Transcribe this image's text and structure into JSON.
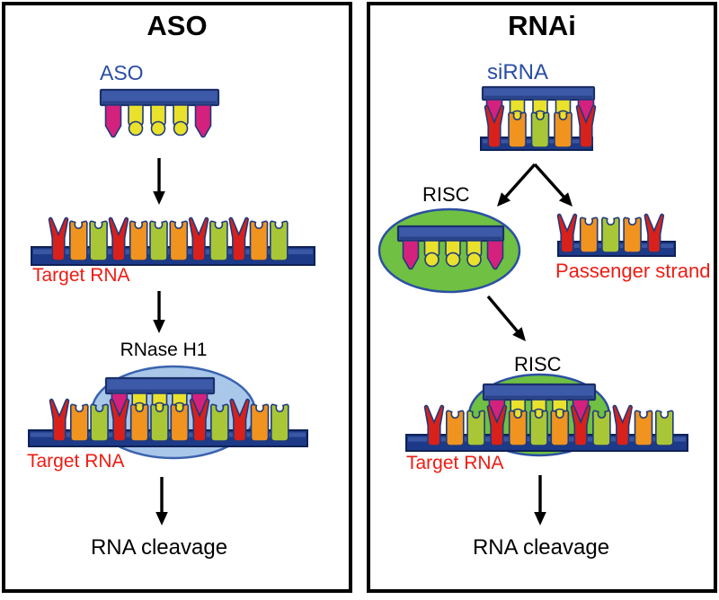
{
  "left_panel": {
    "title": "ASO",
    "aso_label": "ASO",
    "target_rna_label": "Target RNA",
    "rnase_h1_label": "RNase H1",
    "target_rna_label_2": "Target RNA",
    "rna_cleavage_label": "RNA cleavage"
  },
  "right_panel": {
    "title": "RNAi",
    "sirna_label": "siRNA",
    "risc_label": "RISC",
    "passenger_strand_label": "Passenger strand",
    "risc_label_2": "RISC",
    "target_rna_label": "Target RNA",
    "rna_cleavage_label": "RNA cleavage"
  },
  "colors": {
    "red": "#d8211b",
    "orange": "#f0931f",
    "green": "#a9c636",
    "yellow": "#e9e12b",
    "magenta": "#d4217d",
    "backbone_blue": "#3d5aa9",
    "backbone_stroke": "#1b2f6b",
    "target_bar": "#1c3a88",
    "target_bar_light": "#3a57a4",
    "target_bar_dark": "#0e2156",
    "nucleotide_stroke": "#1f3a7d",
    "rnase_ellipse_fill": "#a9c7e9",
    "rnase_ellipse_stroke": "#3a62ae",
    "risc_ellipse_fill": "#6fc043",
    "risc_ellipse_stroke": "#2b4fa3",
    "label_blue": "#2b4da6",
    "label_red": "#ee1c13",
    "arrow_black": "#000000"
  },
  "sequences": {
    "aso_guide": [
      "magenta",
      "yellow",
      "yellow",
      "yellow",
      "magenta"
    ],
    "sirna_guide": [
      "magenta",
      "yellow",
      "yellow",
      "yellow",
      "magenta"
    ],
    "sirna_passenger": [
      "red",
      "orange",
      "green",
      "orange",
      "red"
    ],
    "target_rna": [
      "red",
      "orange",
      "green",
      "red",
      "orange",
      "green",
      "orange",
      "red",
      "green",
      "red",
      "orange",
      "green"
    ]
  }
}
